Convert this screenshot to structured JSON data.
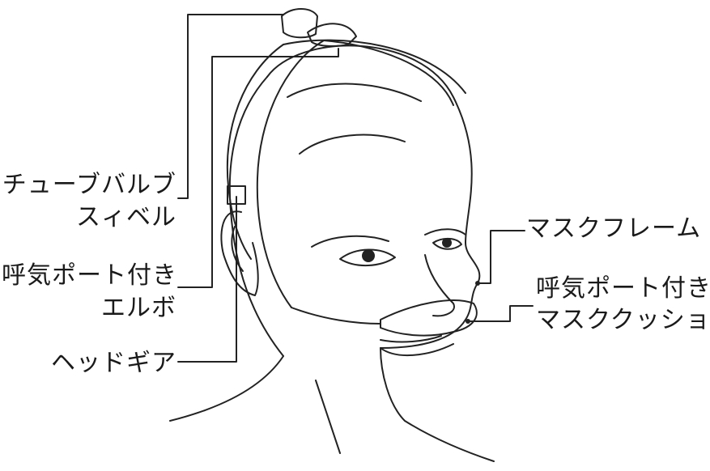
{
  "labels": {
    "tube_swivel_line1": "チューブバルブ",
    "tube_swivel_line2": "スィベル",
    "exhalation_elbow_line1": "呼気ポート付き",
    "exhalation_elbow_line2": "エルボ",
    "headgear": "ヘッドギア",
    "mask_frame": "マスクフレーム",
    "cushion_line1": "呼気ポート付き",
    "cushion_line2": "マスククッション"
  }
}
